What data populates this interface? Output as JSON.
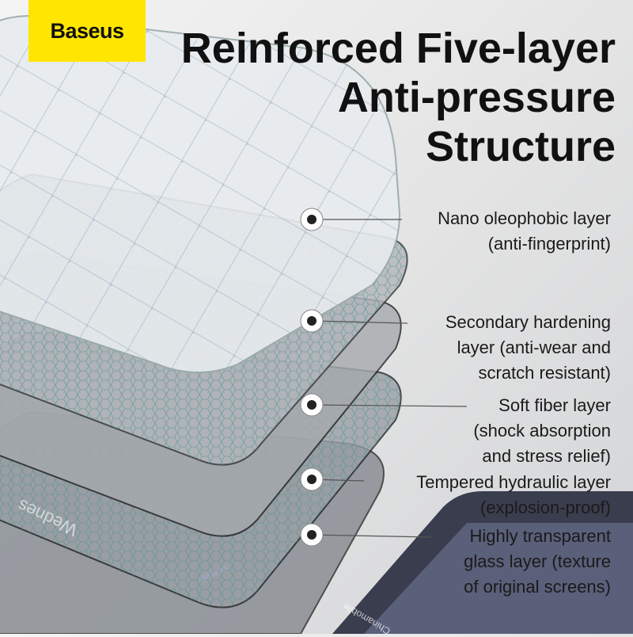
{
  "brand": {
    "logo_text": "Baseus",
    "logo_color": "#ffe600"
  },
  "title": {
    "lines": [
      "Reinforced Five-layer",
      "Anti-pressure",
      "Structure"
    ]
  },
  "layers": [
    {
      "lines": [
        "Nano oleophobic layer",
        "(anti-fingerprint)"
      ]
    },
    {
      "lines": [
        "Secondary hardening",
        "layer (anti-wear and",
        "scratch resistant)"
      ]
    },
    {
      "lines": [
        "Soft fiber layer",
        "(shock absorption",
        "and stress relief)"
      ]
    },
    {
      "lines": [
        "Tempered hydraulic layer",
        "(explosion-proof)"
      ]
    },
    {
      "lines": [
        "Highly transparent",
        "glass layer (texture",
        "of original screens)"
      ]
    }
  ],
  "phone_screen": {
    "date_text": "Wednes",
    "carrier_text": "Chinamobile"
  }
}
